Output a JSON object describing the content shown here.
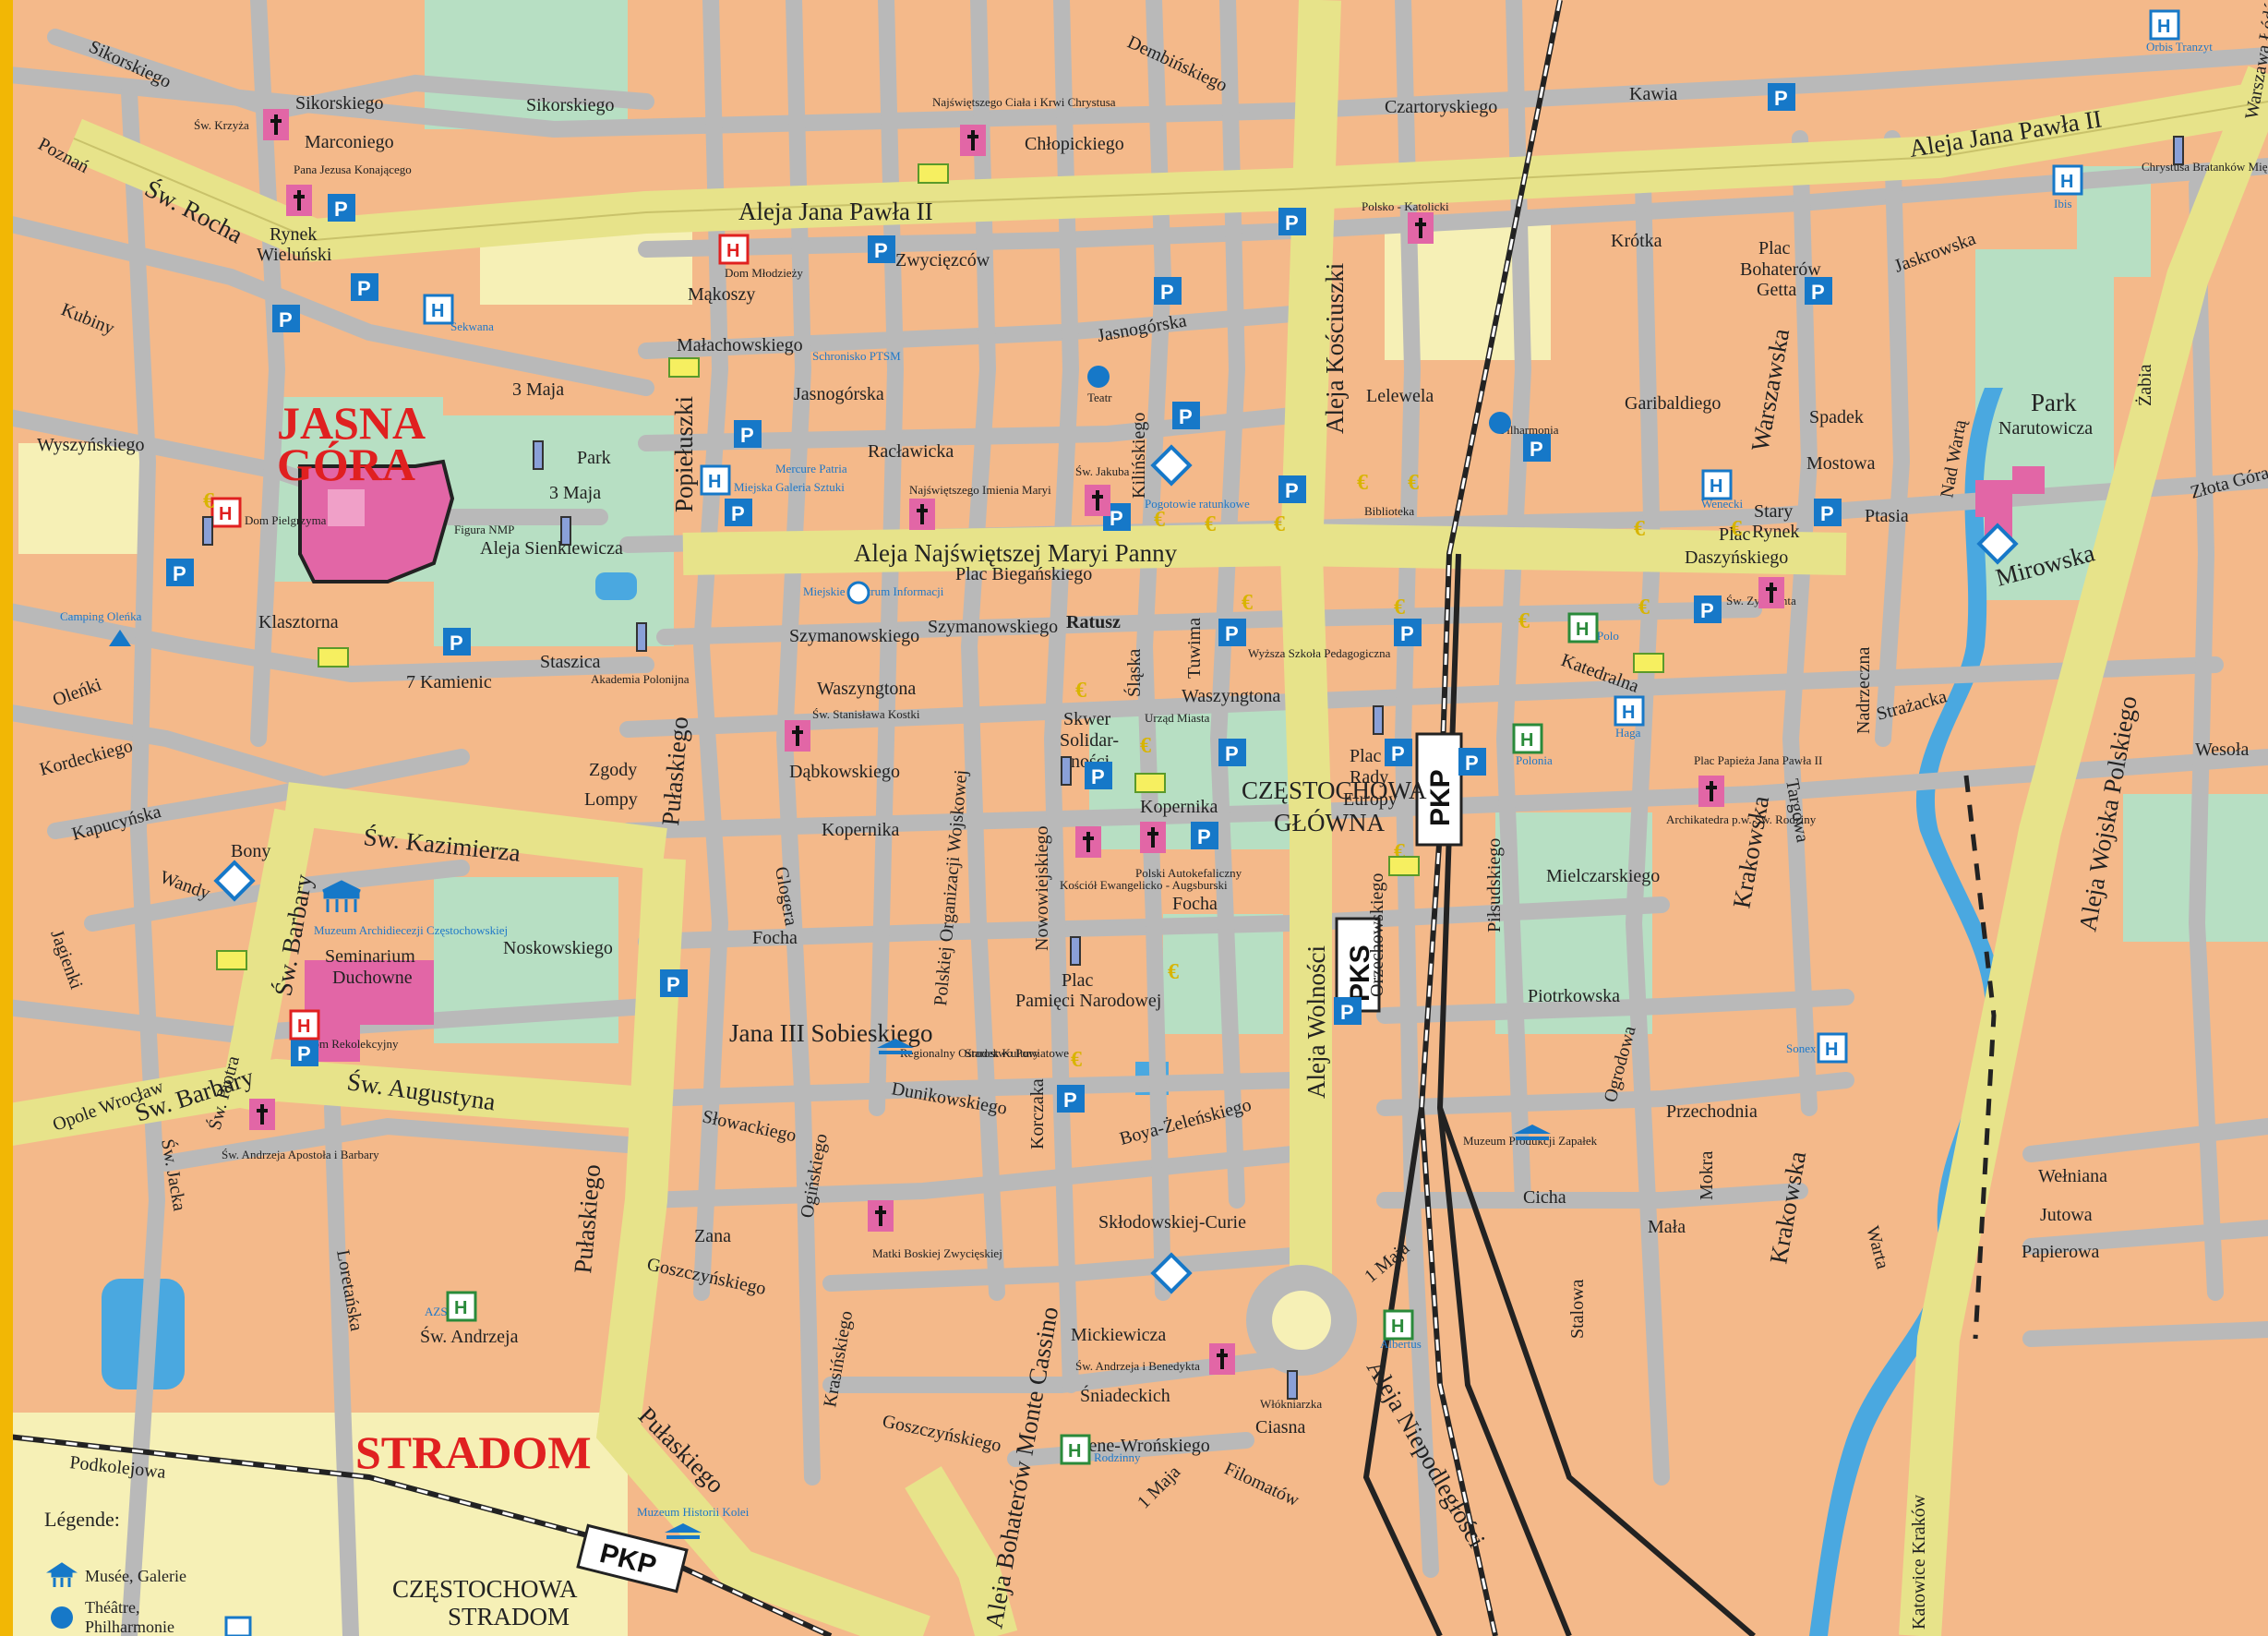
{
  "colors": {
    "block": "#f4b98a",
    "street": "#b9b9b9",
    "main_road": "#e7e38a",
    "park": "#b7dfc3",
    "water": "#4aa8e0",
    "district_label": "#e02020",
    "sanctuary": "#e266a6",
    "frame": "#f2b705"
  },
  "districts": {
    "jasna_gora_1": "JASNA",
    "jasna_gora_2": "GÓRA",
    "stradom": "STRADOM"
  },
  "stations": {
    "pkp_main": "PKP",
    "pkp_stradom": "PKP",
    "pks": "PKS",
    "czestochowa_glowna_1": "CZĘSTOCHOWA",
    "czestochowa_glowna_2": "GŁÓWNA",
    "czestochowa_stradom_1": "CZĘSTOCHOWA",
    "czestochowa_stradom_2": "STRADOM"
  },
  "streets": {
    "jana_pawla_w": "Aleja Jana Pawła II",
    "jana_pawla_e": "Aleja Jana Pawła II",
    "nmp": "Aleja Najświętszej Maryi Panny",
    "wolnosci": "Aleja Wolności",
    "niepodleglosci": "Aleja Niepodległości",
    "wojska_polskiego": "Aleja Wojska Polskiego",
    "kosciuszki": "Aleja Kościuszki",
    "sienkiewicza": "Aleja Sienkiewicza",
    "monte_cassino": "Aleja Bohaterów Monte Cassino",
    "rocha": "Św. Rocha",
    "kazimierza": "Św. Kazimierza",
    "barbary_v": "Św. Barbary",
    "barbary_h": "Św. Barbary",
    "augustyna": "Św. Augustyna",
    "sobieskiego": "Jana III Sobieskiego",
    "pulaskiego_1": "Pułaskiego",
    "pulaskiego_2": "Pułaskiego",
    "pulaskiego_3": "Pułaskiego",
    "popieluszki": "Popiełuszki",
    "warszawska": "Warszawska",
    "krakowska_1": "Krakowska",
    "krakowska_2": "Krakowska",
    "mirowska": "Mirowska",
    "sikorskiego_1": "Sikorskiego",
    "sikorskiego_2": "Sikorskiego",
    "sikorskiego_3": "Sikorskiego",
    "dekabrskiego": "Dembińskiego",
    "czartoryskiego": "Czartoryskiego",
    "kawia": "Kawia",
    "chlopickiego": "Chłopickiego",
    "marconiego": "Marconiego",
    "kubiny": "Kubiny",
    "wyszynskiego": "Wyszyńskiego",
    "olenki": "Oleńki",
    "klasztorna": "Klasztorna",
    "staszica": "Staszica",
    "kamienic": "7 Kamienic",
    "park": "Park",
    "trzy_maja_1": "3 Maja",
    "trzy_maja_2": "3 Maja",
    "racławicka": "Racławicka",
    "jasnogorska_1": "Jasnogórska",
    "jasnogorska_2": "Jasnogórska",
    "malachowskiego": "Małachowskiego",
    "makoszy": "Mąkoszy",
    "zwyciezcow": "Zwycięzców",
    "szymanowskiego_1": "Szymanowskiego",
    "szymanowskiego_2": "Szymanowskiego",
    "waszyngtona_1": "Waszyngtona",
    "waszyngtona_2": "Waszyngtona",
    "kopernika_1": "Kopernika",
    "kopernika_2": "Kopernika",
    "dabkowskiego": "Dąbkowskiego",
    "focha_1": "Focha",
    "focha_2": "Focha",
    "zgody": "Zgody",
    "lompy": "Lompy",
    "dunikowskiego": "Dunikowskiego",
    "slowackiego": "Słowackiego",
    "zana": "Zana",
    "goszczynskiego_1": "Goszczyńskiego",
    "goszczynskiego_2": "Goszczyńskiego",
    "andrzeja": "Św. Andrzeja",
    "mickiewicza": "Mickiewicza",
    "sniadeckich": "Śniadeckich",
    "hoene": "Hoene-Wrońskiego",
    "ciasna": "Ciasna",
    "filomatow": "Filomatów",
    "jeden_maja_1": "1 Maja",
    "jeden_maja_2": "1 Maja",
    "sklodowskiej": "Skłodowskiej-Curie",
    "boya": "Boya-Żeleńskiego",
    "piotrkowska": "Piotrkowska",
    "przechodnia": "Przechodnia",
    "cicha": "Cicha",
    "mala": "Mała",
    "papierowa": "Papierowa",
    "welniana": "Wełniana",
    "jutowa": "Jutowa",
    "mielczarskiego": "Mielczarskiego",
    "strazacka": "Strażacka",
    "katedralna": "Katedralna",
    "krotka": "Krótka",
    "jaskrowska": "Jaskrowska",
    "garibaldiego": "Garibaldiego",
    "spadek": "Spadek",
    "mostowa": "Mostowa",
    "podkolejowa": "Podkolejowa",
    "wesola": "Wesoła",
    "noskowskiego": "Noskowskiego",
    "kapucynska": "Kapucyńska",
    "kordeckiego": "Kordeckiego",
    "wandy": "Wandy",
    "bony": "Bony",
    "jagienki": "Jagienki",
    "loretanska": "Loretańska",
    "sw_jacka": "Św. Jacka",
    "sw_piotra": "Św. Piotra",
    "orzechowskiego": "Orzechowskiego",
    "pilsudskiego": "Piłsudskiego",
    "ogrodowa": "Ogrodowa",
    "nadrzeczna": "Nadrzeczna",
    "targowa": "Targowa",
    "slaska": "Śląska",
    "gloera": "Glogera",
    "polskiej_org": "Polskiej Organizacji Wojskowej",
    "nowowiejskiego": "Nowowiejskiego",
    "korczaka": "Korczaka",
    "oginskiego": "Ogińskiego",
    "krasinskiego": "Krasińskiego",
    "stalowa": "Stalowa",
    "mokra": "Mokra",
    "warta_street": "Warta",
    "zlota_gora": "Złota Góra",
    "nad_warta": "Nad Wartą",
    "zabia": "Żabia",
    "opole_wroclaw": "Opole Wrocław",
    "poznan": "Poznań",
    "katowice_krakow": "Katowice Kraków",
    "warszawa_lodz": "Warszawa Łódź"
  },
  "places": {
    "park_narutowicza_1": "Park",
    "park_narutowicza_2": "Narutowicza",
    "plac_bohaterow_1": "Plac",
    "plac_bohaterow_2": "Bohaterów",
    "plac_bohaterow_3": "Getta",
    "plac_daszynskiego_1": "Plac",
    "plac_daszynskiego_2": "Daszyńskiego",
    "plac_bieganskiego": "Plac Biegańskiego",
    "plac_rady_1": "Plac",
    "plac_rady_2": "Rady",
    "plac_rady_3": "Europy",
    "plac_pamieci_1": "Plac",
    "plac_pamieci_2": "Pamięci Narodowej",
    "rynek_wielunski_1": "Rynek",
    "rynek_wielunski_2": "Wieluński",
    "stary_rynek_1": "Stary",
    "stary_rynek_2": "Rynek",
    "skwer_1": "Skwer",
    "skwer_2": "Solidar-",
    "skwer_3": "ności",
    "ratusz": "Ratusz",
    "seminarium_1": "Seminarium",
    "seminarium_2": "Duchowne",
    "camping": "Camping Oleńka",
    "filharmonia": "Filharmonia",
    "teatr": "Teatr",
    "biblioteka": "Biblioteka",
    "muzeum_arch": "Muzeum Archidiecezji Częstochowskiej",
    "muzeum_zapalek": "Muzeum Produkcji Zapałek",
    "muzeum_kolei": "Muzeum Historii Kolei",
    "dom_pielgrzyma": "Dom Pielgrzyma",
    "dom_rekolekcyjny": "Dom Rekolekcyjny",
    "dom_mlodziezy": "Dom Młodzieży",
    "schronisko": "Schronisko PTSM",
    "mercure": "Mercure Patria",
    "sekwana": "Sekwana",
    "polo": "Polo",
    "haga": "Haga",
    "polonia": "Polonia",
    "sonex": "Sonex",
    "albertus": "Albertus",
    "azs": "AZS",
    "rodzinny": "Rodzinny",
    "ibis": "Ibis",
    "orbis": "Orbis Tranzyt",
    "wenecki": "Wenecki",
    "pogotowie": "Pogotowie ratunkowe",
    "wyzsza_szkola": "Wyższa Szkoła Pedagogiczna",
    "urzad_miasta": "Urząd Miasta",
    "starostwo": "Starostwo Powiatowe",
    "regionalny_osrodek": "Regionalny Ośrodek Kultury",
    "akademia_polonijna": "Akademia Polonijna",
    "informacja": "Miejskie Centrum Informacji",
    "galeria": "Miejska Galeria Sztuki",
    "kosciol_sw_jakuba": "Św. Jakuba",
    "kosciol_nmp": "Najświętszego Imienia Maryi",
    "kosciol_ciala": "Najświętszego Ciała i Krwi Chrystusa",
    "kosciol_krzyza": "Św. Krzyża",
    "kosciol_pana_jezusa": "Pana Jezusa Konającego",
    "kosciol_stanislawa": "Św. Stanisława Kostki",
    "kosciol_zygmunta": "Św. Zygmunta",
    "kosciol_andrzeja_apostola": "Św. Andrzeja Apostoła i Barbary",
    "kosciol_andrzeja_benedykta": "Św. Andrzeja i Benedykta",
    "kosciol_matki_boskiej": "Matki Boskiej Zwycięskiej",
    "kosciol_ewangelicki": "Kościół Ewangelicko - Augsburski",
    "kosciol_polski": "Polski Autokefaliczny",
    "kosciol_polsko_katolicki": "Polsko - Katolicki",
    "archikatedra": "Archikatedra p.w. Św. Rodziny",
    "papieza_1": "Plac Papieża Jana Pawła II",
    "pomnik_wloknarzy": "Włókniarzka",
    "figura_nmp": "Figura NMP",
    "chrystus": "Chrystusa Bratanków Międzynarodów",
    "lelewela": "Lelewela",
    "ptasia": "Ptasia",
    "kilinskiego": "Kilińskiego",
    "tuwima": "Tuwima"
  },
  "legend": {
    "title": "Légende:",
    "museum": "Musée, Galerie",
    "theatre_1": "Théâtre,",
    "theatre_2": "Philharmonie"
  }
}
